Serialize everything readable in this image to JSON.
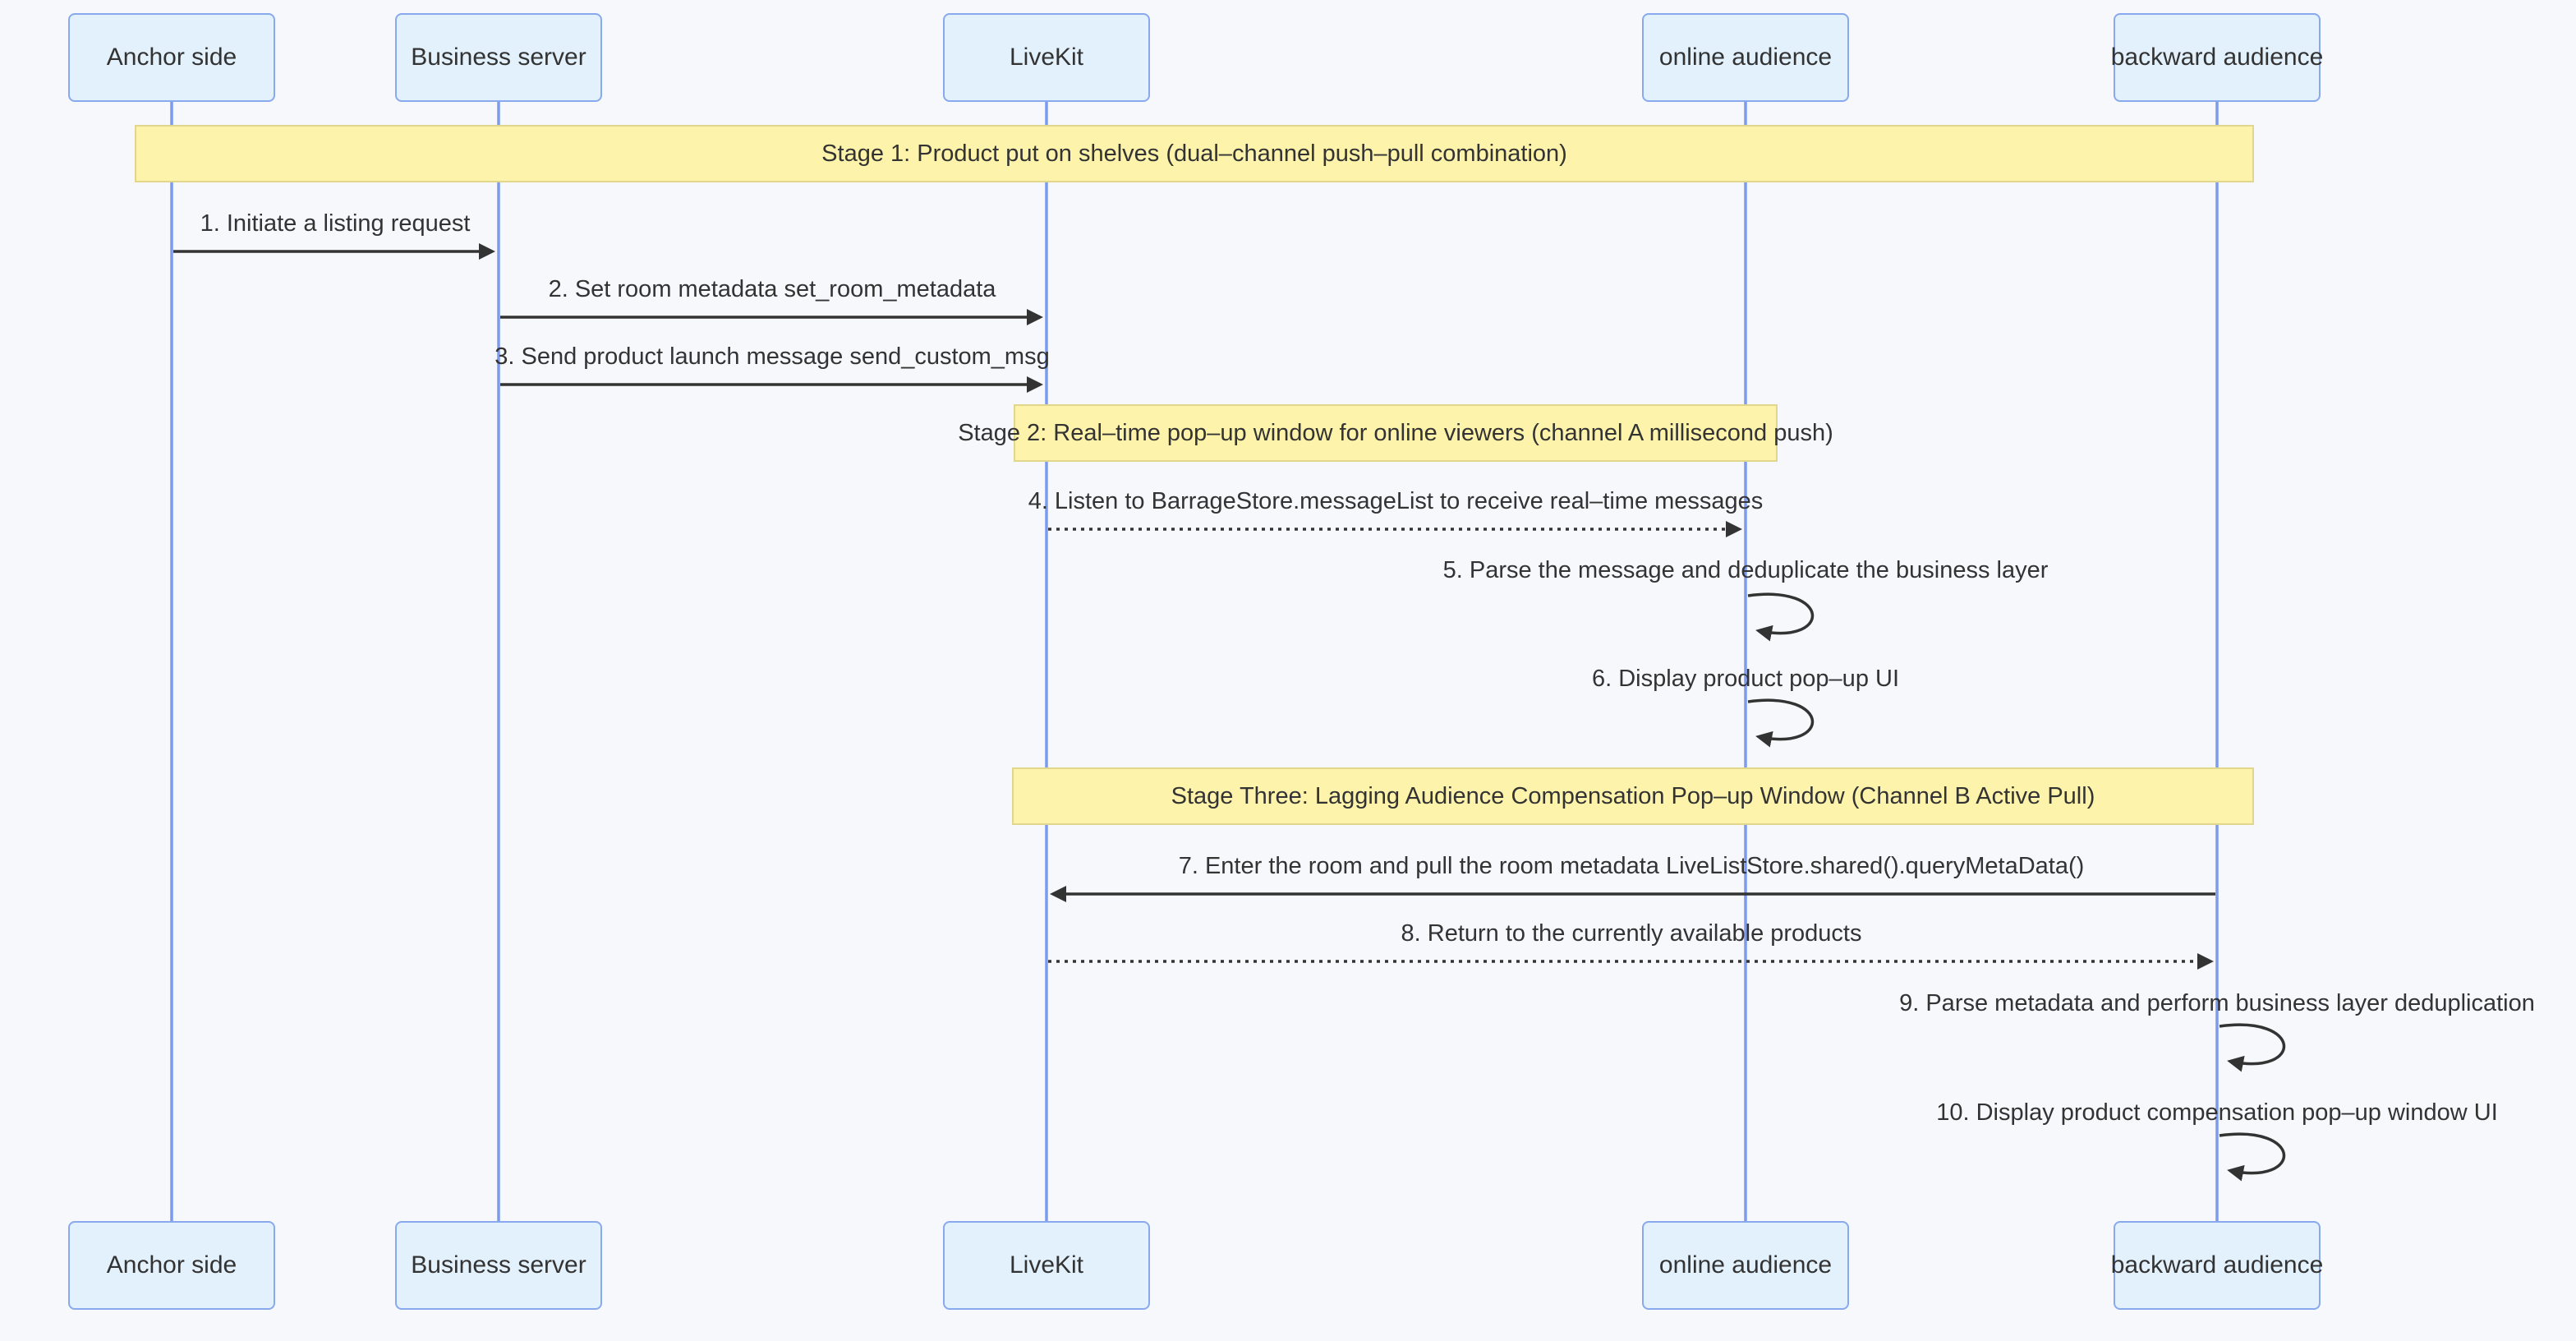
{
  "diagram_type": "sequence-diagram",
  "participants": [
    {
      "name": "Anchor side"
    },
    {
      "name": "Business server"
    },
    {
      "name": "LiveKit"
    },
    {
      "name": "online audience"
    },
    {
      "name": "backward audience"
    }
  ],
  "stages": [
    {
      "label": "Stage 1: Product put on shelves (dual–channel push–pull combination)"
    },
    {
      "label": "Stage 2: Real–time pop–up window for online viewers (channel A millisecond push)"
    },
    {
      "label": "Stage Three: Lagging Audience Compensation Pop–up Window (Channel B Active Pull)"
    }
  ],
  "messages": [
    {
      "label": "1. Initiate a listing request",
      "from": "Anchor side",
      "to": "Business server",
      "line": "solid"
    },
    {
      "label": "2. Set room metadata set_room_metadata",
      "from": "Business server",
      "to": "LiveKit",
      "line": "solid"
    },
    {
      "label": "3. Send product launch message send_custom_msg",
      "from": "Business server",
      "to": "LiveKit",
      "line": "solid"
    },
    {
      "label": "4. Listen to BarrageStore.messageList to receive real–time messages",
      "from": "LiveKit",
      "to": "online audience",
      "line": "dotted"
    },
    {
      "label": "5. Parse the message and deduplicate the business layer",
      "from": "online audience",
      "to": "online audience",
      "line": "self"
    },
    {
      "label": "6. Display product pop–up UI",
      "from": "online audience",
      "to": "online audience",
      "line": "self"
    },
    {
      "label": "7. Enter the room and pull the room metadata LiveListStore.shared().queryMetaData()",
      "from": "backward audience",
      "to": "LiveKit",
      "line": "solid"
    },
    {
      "label": "8. Return to the currently available products",
      "from": "LiveKit",
      "to": "backward audience",
      "line": "dotted"
    },
    {
      "label": "9. Parse metadata and perform business layer deduplication",
      "from": "backward audience",
      "to": "backward audience",
      "line": "self"
    },
    {
      "label": "10. Display product compensation pop–up window UI",
      "from": "backward audience",
      "to": "backward audience",
      "line": "self"
    }
  ],
  "colors": {
    "background": "#f6f8fb",
    "participant_fill": "#e3f1fc",
    "participant_border": "#88a9ee",
    "lifeline": "#7d9bee",
    "stage_fill": "#fdf3ab",
    "stage_border": "#e0d78c",
    "arrow": "#333333",
    "text": "#333333"
  }
}
